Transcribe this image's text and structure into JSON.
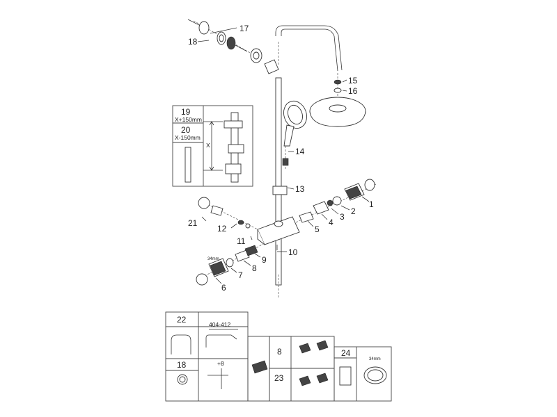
{
  "callouts": {
    "c1": "1",
    "c2": "2",
    "c3": "3",
    "c4": "4",
    "c5": "5",
    "c6": "6",
    "c7": "7",
    "c8": "8",
    "c9": "9",
    "c10": "10",
    "c11": "11",
    "c12": "12",
    "c13": "13",
    "c14": "14",
    "c15": "15",
    "c16": "16",
    "c17": "17",
    "c18": "18",
    "c21": "21"
  },
  "inset_box": {
    "part19": "19",
    "part19_dim": "X+150mm",
    "part20": "20",
    "part20_dim": "X-150mm",
    "x_label": "X"
  },
  "small_labels": {
    "nut_size_left": "34mm"
  },
  "spare_table": {
    "cell_22": "22",
    "arm_length": "404-412",
    "cell_18": "18",
    "offset": "+8",
    "cell_8": "8",
    "cell_23": "23",
    "cell_24": "24",
    "nut_size": "34mm"
  }
}
